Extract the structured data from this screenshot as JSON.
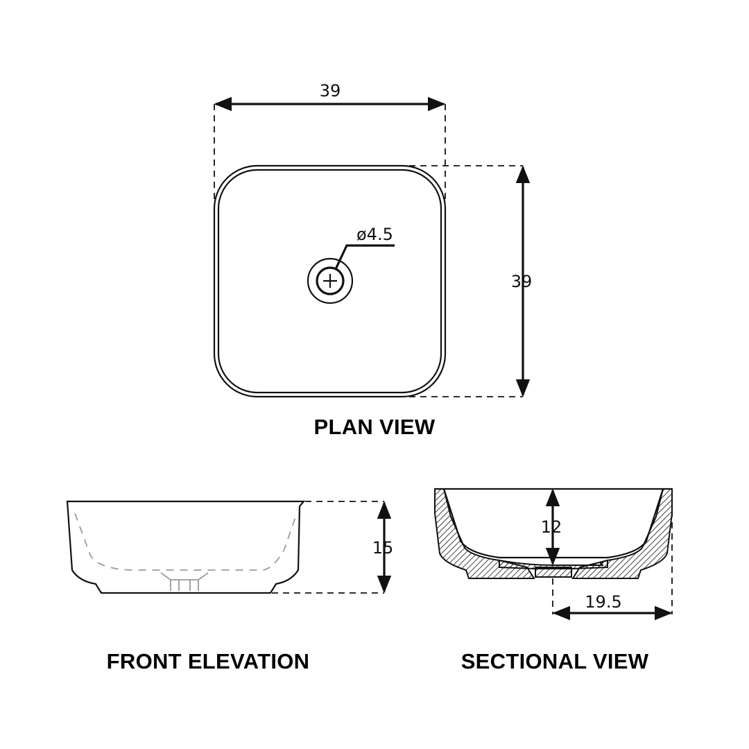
{
  "views": {
    "plan": {
      "caption": "PLAN VIEW",
      "width_dim": "39",
      "depth_dim": "39",
      "drain_dim": "ø4.5"
    },
    "front": {
      "caption": "FRONT ELEVATION",
      "height_dim": "15"
    },
    "section": {
      "caption": "SECTIONAL VIEW",
      "bowl_depth_dim": "12",
      "half_width_dim": "19.5"
    }
  },
  "colors": {
    "line": "#111111",
    "hidden_line": "#9a9a9a",
    "background": "#ffffff"
  }
}
